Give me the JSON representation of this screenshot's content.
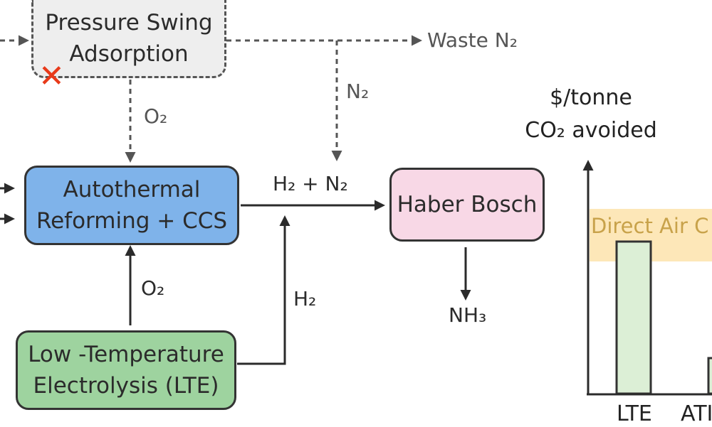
{
  "nodes": {
    "psa": [
      "Pressure Swing",
      "Adsorption"
    ],
    "atr": [
      "Autothermal",
      "Reforming + CCS"
    ],
    "haber": [
      "Haber Bosch"
    ],
    "lte": [
      "Low -Temperature",
      "Electrolysis (LTE)"
    ]
  },
  "labels": {
    "waste": "Waste N₂",
    "n2": "N₂",
    "o2_top": "O₂",
    "h2n2": "H₂ + N₂",
    "o2_bottom": "O₂",
    "h2": "H₂",
    "nh3": "NH₃"
  },
  "colors": {
    "psa_fill": "#eeeeee",
    "atr_fill": "#7fb3ea",
    "haber_fill": "#f8d8e6",
    "lte_fill": "#9ed39f",
    "x_mark": "#e83a1a",
    "band": "#fde7b8",
    "bar": "#dcefd6"
  },
  "icons": {
    "psa_disabled": "x-mark-icon"
  },
  "chart_data": {
    "type": "bar",
    "ylabel": [
      "$/tonne",
      "CO₂ avoided"
    ],
    "categories": [
      "LTE",
      "ATI"
    ],
    "band_label": "Direct Air C",
    "grid": false,
    "legend": "none"
  }
}
